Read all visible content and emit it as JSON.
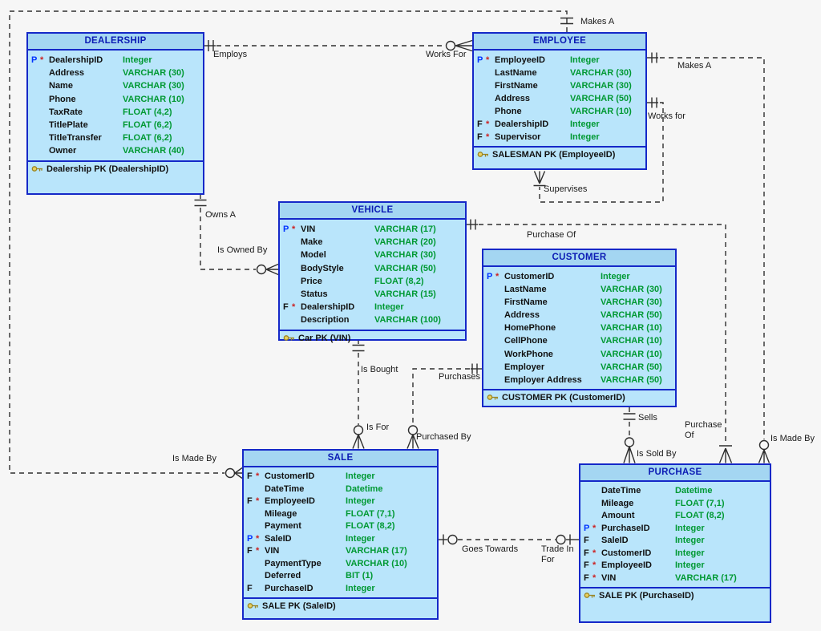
{
  "colors": {
    "table_border": "#1528c8",
    "header_bg": "#a4d6f2",
    "body_bg": "#b9e5fb",
    "title_text": "#0b1bb4",
    "type_text": "#009933",
    "pk_flag": "#0033ff",
    "star": "#cc2222",
    "line_color": "#2e2e2e",
    "canvas_bg": "#f6f6f6",
    "label_color": "#1a1a1a",
    "key_icon": "#9a8420"
  },
  "tables": {
    "dealership": {
      "title": "DEALERSHIP",
      "fields": [
        {
          "k": "P",
          "r": "*",
          "name": "DealershipID",
          "type": "Integer"
        },
        {
          "k": "",
          "r": "",
          "name": "Address",
          "type": "VARCHAR (30)"
        },
        {
          "k": "",
          "r": "",
          "name": "Name",
          "type": "VARCHAR (30)"
        },
        {
          "k": "",
          "r": "",
          "name": "Phone",
          "type": "VARCHAR (10)"
        },
        {
          "k": "",
          "r": "",
          "name": "TaxRate",
          "type": "FLOAT (4,2)"
        },
        {
          "k": "",
          "r": "",
          "name": "TitlePlate",
          "type": "FLOAT (6,2)"
        },
        {
          "k": "",
          "r": "",
          "name": "TitleTransfer",
          "type": "FLOAT (6,2)"
        },
        {
          "k": "",
          "r": "",
          "name": "Owner",
          "type": "VARCHAR (40)"
        }
      ],
      "pk": "Dealership PK (DealershipID)"
    },
    "employee": {
      "title": "EMPLOYEE",
      "fields": [
        {
          "k": "P",
          "r": "*",
          "name": "EmployeeID",
          "type": "Integer"
        },
        {
          "k": "",
          "r": "",
          "name": "LastName",
          "type": "VARCHAR (30)"
        },
        {
          "k": "",
          "r": "",
          "name": "FirstName",
          "type": "VARCHAR (30)"
        },
        {
          "k": "",
          "r": "",
          "name": "Address",
          "type": "VARCHAR (50)"
        },
        {
          "k": "",
          "r": "",
          "name": "Phone",
          "type": "VARCHAR (10)"
        },
        {
          "k": "F",
          "r": "*",
          "name": "DealershipID",
          "type": "Integer"
        },
        {
          "k": "F",
          "r": "*",
          "name": "Supervisor",
          "type": "Integer"
        }
      ],
      "pk": "SALESMAN PK (EmployeeID)"
    },
    "vehicle": {
      "title": "VEHICLE",
      "fields": [
        {
          "k": "P",
          "r": "*",
          "name": "VIN",
          "type": "VARCHAR (17)"
        },
        {
          "k": "",
          "r": "",
          "name": "Make",
          "type": "VARCHAR (20)"
        },
        {
          "k": "",
          "r": "",
          "name": "Model",
          "type": "VARCHAR (30)"
        },
        {
          "k": "",
          "r": "",
          "name": "BodyStyle",
          "type": "VARCHAR (50)"
        },
        {
          "k": "",
          "r": "",
          "name": "Price",
          "type": "FLOAT (8,2)"
        },
        {
          "k": "",
          "r": "",
          "name": "Status",
          "type": "VARCHAR (15)"
        },
        {
          "k": "F",
          "r": "*",
          "name": "DealershipID",
          "type": "Integer"
        },
        {
          "k": "",
          "r": "",
          "name": "Description",
          "type": "VARCHAR (100)"
        }
      ],
      "pk": "Car PK (VIN)"
    },
    "customer": {
      "title": "CUSTOMER",
      "fields": [
        {
          "k": "P",
          "r": "*",
          "name": "CustomerID",
          "type": "Integer"
        },
        {
          "k": "",
          "r": "",
          "name": "LastName",
          "type": "VARCHAR (30)"
        },
        {
          "k": "",
          "r": "",
          "name": "FirstName",
          "type": "VARCHAR (30)"
        },
        {
          "k": "",
          "r": "",
          "name": "Address",
          "type": "VARCHAR (50)"
        },
        {
          "k": "",
          "r": "",
          "name": "HomePhone",
          "type": "VARCHAR (10)"
        },
        {
          "k": "",
          "r": "",
          "name": "CellPhone",
          "type": "VARCHAR (10)"
        },
        {
          "k": "",
          "r": "",
          "name": "WorkPhone",
          "type": "VARCHAR (10)"
        },
        {
          "k": "",
          "r": "",
          "name": "Employer",
          "type": "VARCHAR (50)"
        },
        {
          "k": "",
          "r": "",
          "name": "Employer Address",
          "type": "VARCHAR (50)"
        }
      ],
      "pk": "CUSTOMER PK (CustomerID)"
    },
    "sale": {
      "title": "SALE",
      "fields": [
        {
          "k": "F",
          "r": "*",
          "name": "CustomerID",
          "type": "Integer"
        },
        {
          "k": "",
          "r": "",
          "name": "DateTime",
          "type": "Datetime"
        },
        {
          "k": "F",
          "r": "*",
          "name": "EmployeeID",
          "type": "Integer"
        },
        {
          "k": "",
          "r": "",
          "name": "Mileage",
          "type": "FLOAT (7,1)"
        },
        {
          "k": "",
          "r": "",
          "name": "Payment",
          "type": "FLOAT (8,2)"
        },
        {
          "k": "P",
          "r": "*",
          "name": "SaleID",
          "type": "Integer"
        },
        {
          "k": "F",
          "r": "*",
          "name": "VIN",
          "type": "VARCHAR (17)"
        },
        {
          "k": "",
          "r": "",
          "name": "PaymentType",
          "type": "VARCHAR (10)"
        },
        {
          "k": "",
          "r": "",
          "name": "Deferred",
          "type": "BIT (1)"
        },
        {
          "k": "F",
          "r": "",
          "name": "PurchaseID",
          "type": "Integer"
        }
      ],
      "pk": "SALE PK (SaleID)"
    },
    "purchase": {
      "title": "PURCHASE",
      "fields": [
        {
          "k": "",
          "r": "",
          "name": "DateTime",
          "type": "Datetime"
        },
        {
          "k": "",
          "r": "",
          "name": "Mileage",
          "type": "FLOAT (7,1)"
        },
        {
          "k": "",
          "r": "",
          "name": "Amount",
          "type": "FLOAT (8,2)"
        },
        {
          "k": "P",
          "r": "*",
          "name": "PurchaseID",
          "type": "Integer"
        },
        {
          "k": "F",
          "r": "",
          "name": "SaleID",
          "type": "Integer"
        },
        {
          "k": "F",
          "r": "*",
          "name": "CustomerID",
          "type": "Integer"
        },
        {
          "k": "F",
          "r": "*",
          "name": "EmployeeID",
          "type": "Integer"
        },
        {
          "k": "F",
          "r": "*",
          "name": "VIN",
          "type": "VARCHAR (17)"
        }
      ],
      "pk": "SALE PK (PurchaseID)"
    }
  },
  "relationships": {
    "employs": "Employs",
    "works_for": "Works For",
    "makes_a_top": "Makes A",
    "makes_a_right": "Makes A",
    "works_for_self": "Works for",
    "supervises": "Supervises",
    "owns_a": "Owns A",
    "is_owned_by": "Is Owned By",
    "purchase_of": "Purchase Of",
    "purchase_of_2": "Purchase Of",
    "is_bought": "Is Bought",
    "is_for": "Is For",
    "purchases": "Purchases",
    "purchased_by": "Purchased By",
    "sells": "Sells",
    "is_sold_by": "Is Sold By",
    "is_made_by_sale": "Is Made By",
    "is_made_by_purchase": "Is Made By",
    "goes_towards": "Goes Towards",
    "trade_in_for": "Trade In For"
  }
}
